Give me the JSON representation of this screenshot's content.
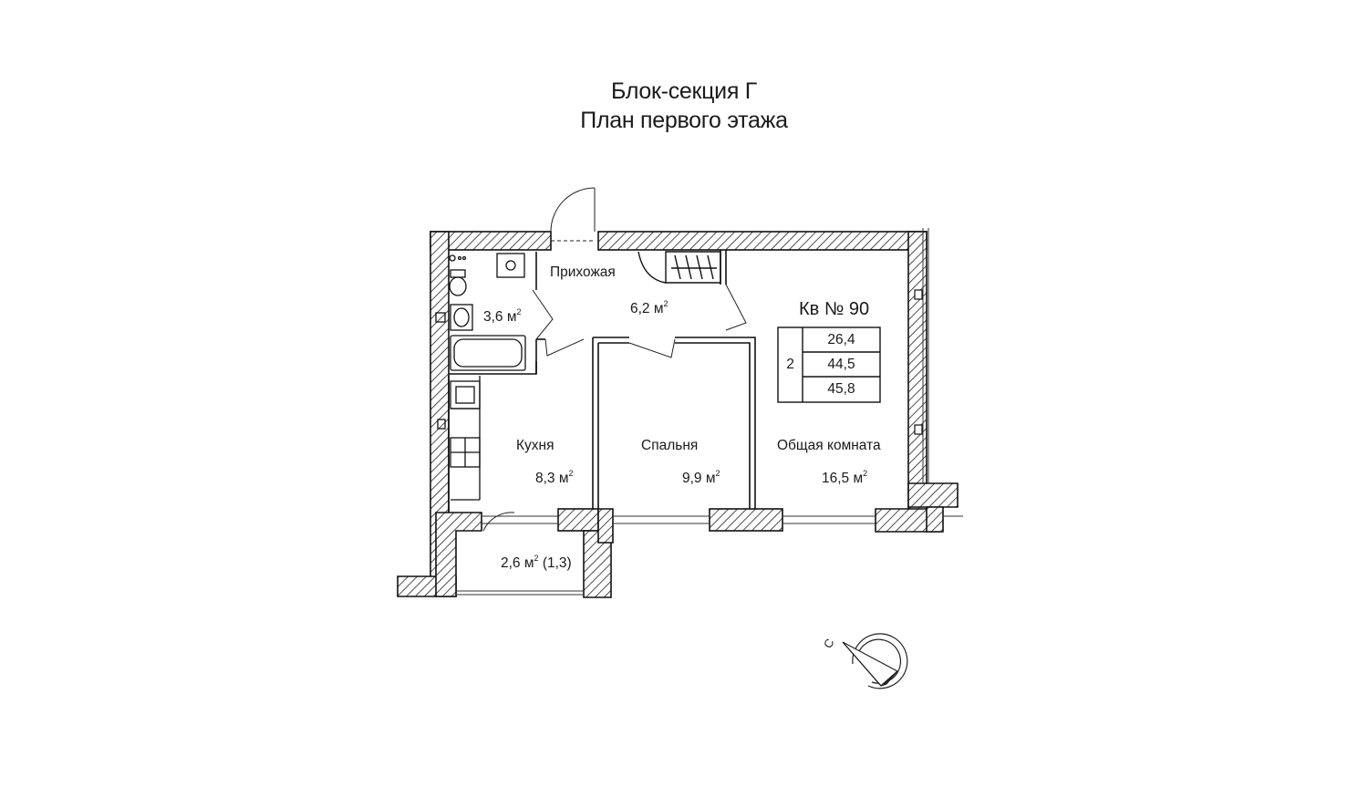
{
  "header": {
    "section": "Блок-секция Г",
    "floor": "План первого этажа"
  },
  "apartment": {
    "label": "Кв № 90",
    "rooms_count": "2",
    "living_area": "26,4",
    "total_area": "44,5",
    "total_with_balcony": "45,8"
  },
  "rooms": {
    "hall": {
      "name": "Прихожая",
      "area": "6,2 м",
      "sup": "2"
    },
    "bath": {
      "area": "3,6 м",
      "sup": "2"
    },
    "kitchen": {
      "name": "Кухня",
      "area": "8,3 м",
      "sup": "2"
    },
    "bedroom": {
      "name": "Спальня",
      "area": "9,9 м",
      "sup": "2"
    },
    "living": {
      "name": "Общая комната",
      "area": "16,5 м",
      "sup": "2"
    },
    "balcony": {
      "area": "2,6 м",
      "sup": "2",
      "coef": "(1,3)"
    }
  },
  "compass": {
    "north_label": "С"
  }
}
